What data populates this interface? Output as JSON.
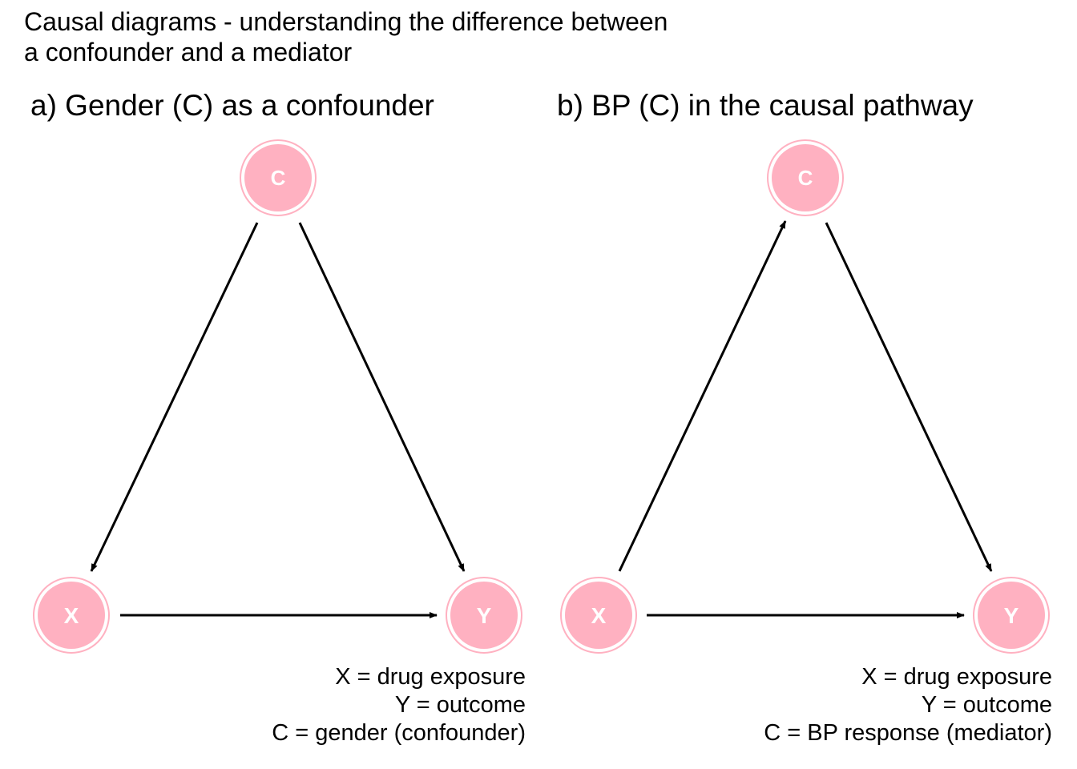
{
  "title": {
    "line1": "Causal diagrams - understanding the difference between",
    "line2": "a confounder and a mediator"
  },
  "colors": {
    "node_fill": "#FFB1C1",
    "node_ring": "#FFB1C1",
    "node_text": "#FFFFFF",
    "edge": "#000000"
  },
  "panels": [
    {
      "title": "a) Gender (C) as a confounder",
      "nodes": {
        "c": "C",
        "x": "X",
        "y": "Y"
      },
      "edges": [
        "C -> X",
        "C -> Y",
        "X -> Y"
      ],
      "legend": [
        "X = drug exposure",
        "Y = outcome",
        "C = gender (confounder)"
      ]
    },
    {
      "title": "b) BP (C) in the causal pathway",
      "nodes": {
        "c": "C",
        "x": "X",
        "y": "Y"
      },
      "edges": [
        "X -> C",
        "C -> Y",
        "X -> Y"
      ],
      "legend": [
        "X = drug exposure",
        "Y = outcome",
        "C = BP response (mediator)"
      ]
    }
  ]
}
